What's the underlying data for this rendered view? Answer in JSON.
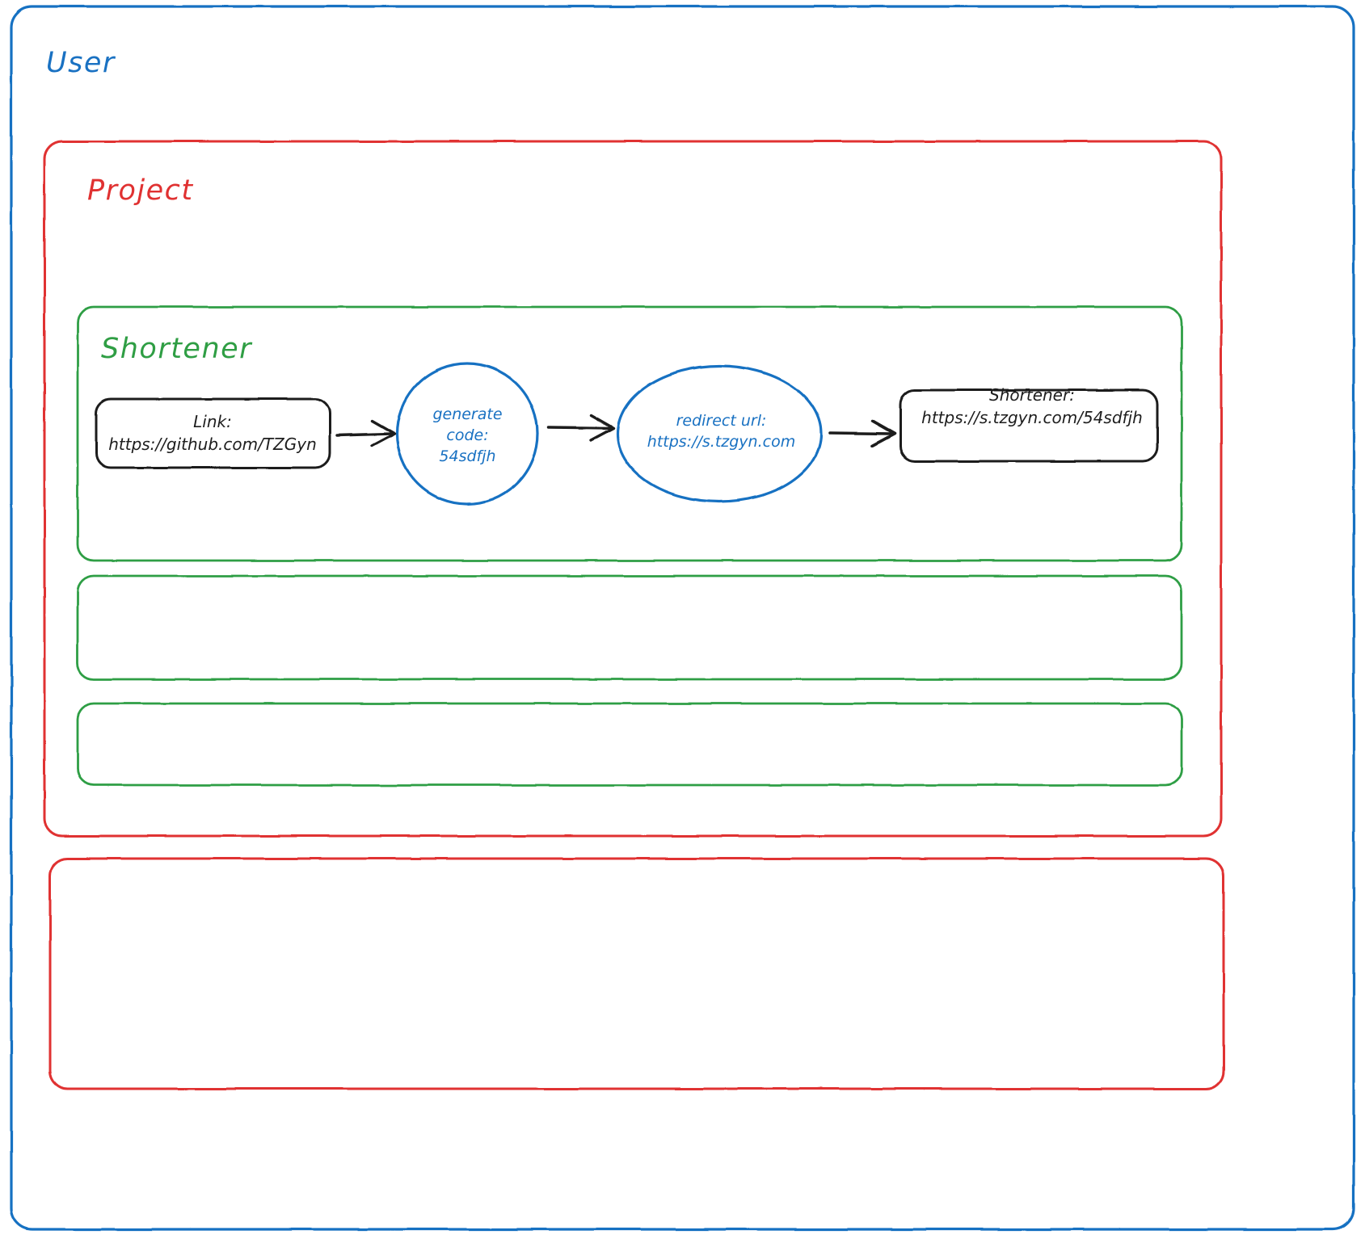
{
  "diagram": {
    "type": "flowchart",
    "style": "hand-drawn",
    "background": "#ffffff",
    "containers": [
      {
        "id": "user",
        "label": "User",
        "color": "#1971c2",
        "role": "outermost-boundary"
      },
      {
        "id": "project",
        "label": "Project",
        "color": "#e03131",
        "role": "project-boundary"
      },
      {
        "id": "shortener",
        "label": "Shortener",
        "color": "#2f9e44",
        "role": "service-boundary"
      },
      {
        "id": "empty-green-1",
        "label": "",
        "color": "#2f9e44",
        "role": "empty-service-boundary"
      },
      {
        "id": "empty-green-2",
        "label": "",
        "color": "#2f9e44",
        "role": "empty-service-boundary"
      },
      {
        "id": "empty-red-1",
        "label": "",
        "color": "#e03131",
        "role": "empty-project-boundary"
      }
    ],
    "nodes": [
      {
        "id": "link",
        "shape": "rounded-rectangle",
        "color": "#1e1e1e",
        "lines": [
          "Link:",
          "https://github.com/TZGyn"
        ]
      },
      {
        "id": "generate-code",
        "shape": "circle",
        "color": "#1971c2",
        "lines": [
          "generate",
          "code:",
          "54sdfjh"
        ]
      },
      {
        "id": "redirect-url",
        "shape": "ellipse",
        "color": "#1971c2",
        "lines": [
          "redirect url:",
          "https://s.tzgyn.com"
        ]
      },
      {
        "id": "shortener-result",
        "shape": "rounded-rectangle",
        "color": "#1e1e1e",
        "lines": [
          "Shortener:",
          "https://s.tzgyn.com/54sdfjh"
        ]
      }
    ],
    "edges": [
      {
        "id": "edge-link-to-generate",
        "from": "link",
        "to": "generate-code",
        "arrow": "arrow-right-icon"
      },
      {
        "id": "edge-generate-to-redirect",
        "from": "generate-code",
        "to": "redirect-url",
        "arrow": "arrow-right-icon"
      },
      {
        "id": "edge-redirect-to-shortener",
        "from": "redirect-url",
        "to": "shortener-result",
        "arrow": "arrow-right-icon"
      }
    ]
  }
}
